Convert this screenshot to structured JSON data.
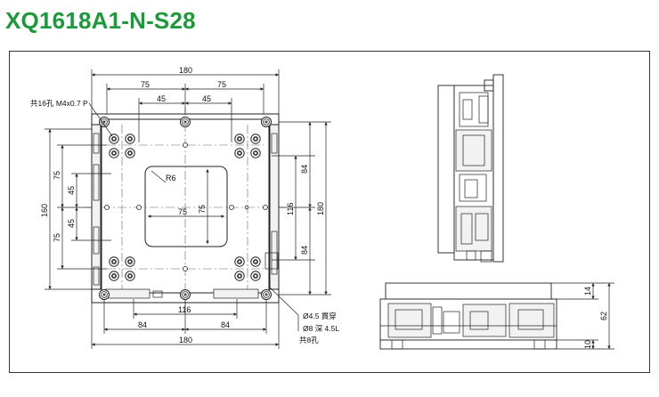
{
  "title": "XQ1618A1-N-S28",
  "notes": {
    "tap_holes": "共16孔 M4x0.7 P",
    "bolt_hole_dia": "Ø4.5 貫穿",
    "counterbore": "Ø8 深 4.5L",
    "bolt_hole_count": "共8孔",
    "corner_radius": "R6"
  },
  "dims_top": {
    "overall": "180",
    "outer_pitch_left": "75",
    "outer_pitch_right": "75",
    "inner_pitch_left": "45",
    "inner_pitch_right": "45"
  },
  "dims_left": {
    "overall": "160",
    "upper_75": "75",
    "upper_45": "45",
    "lower_45": "45",
    "lower_75": "75"
  },
  "dims_right": {
    "upper_84": "84",
    "mid_116": "116",
    "lower_84": "84",
    "overall": "180"
  },
  "dims_bottom": {
    "mid_116": "116",
    "left_84": "84",
    "right_84": "84",
    "overall": "180"
  },
  "dims_center": {
    "horizontal": "75",
    "vertical": "75"
  },
  "dims_side": {
    "top": "14",
    "overall": "62",
    "bottom": "10"
  }
}
